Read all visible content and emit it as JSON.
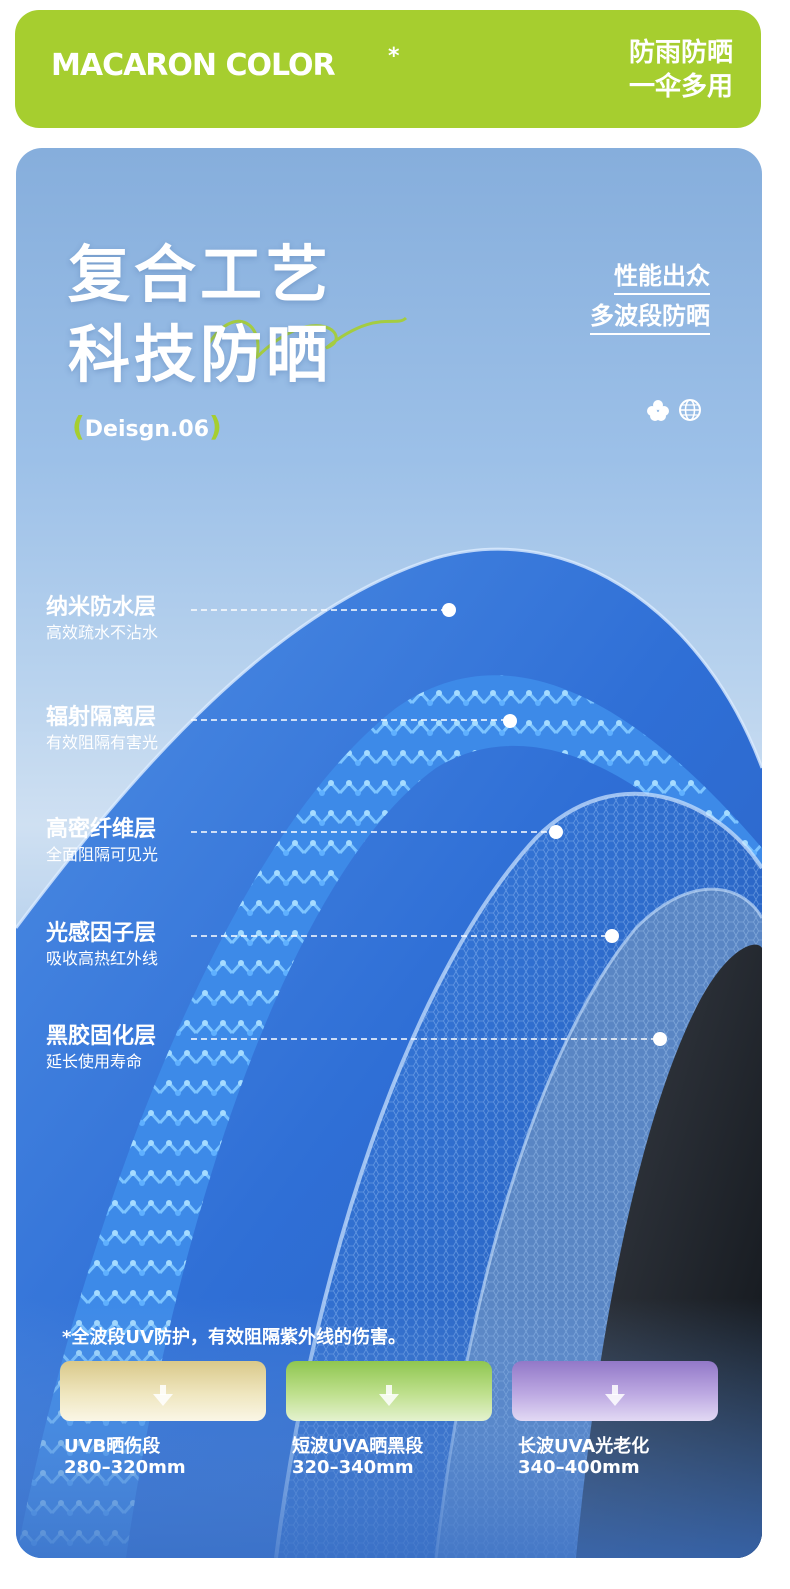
{
  "header": {
    "brand": "MACARON COLOR",
    "brand_mark": "*",
    "slogan_line1": "防雨防晒",
    "slogan_line2": "一伞多用"
  },
  "hero": {
    "title_line1": "复合工艺",
    "title_line2": "科技防晒",
    "design_code": "Deisgn.06",
    "tags": [
      "性能出众",
      "多波段防晒"
    ],
    "icons": [
      "flower-icon",
      "globe-icon"
    ]
  },
  "layers": [
    {
      "name": "纳米防水层",
      "desc": "高效疏水不沾水"
    },
    {
      "name": "辐射隔离层",
      "desc": "有效阻隔有害光"
    },
    {
      "name": "高密纤维层",
      "desc": "全面阻隔可见光"
    },
    {
      "name": "光感因子层",
      "desc": "吸收高热红外线"
    },
    {
      "name": "黑胶固化层",
      "desc": "延长使用寿命"
    }
  ],
  "uv": {
    "note": "*全波段UV防护，有效阻隔紫外线的伤害。",
    "bands": [
      {
        "name": "UVB晒伤段",
        "range": "280–320mm",
        "color": "#e2d49c"
      },
      {
        "name": "短波UVA晒黑段",
        "range": "320–340mm",
        "color": "#a8d26a"
      },
      {
        "name": "长波UVA光老化",
        "range": "340–400mm",
        "color": "#a58fd0"
      }
    ]
  },
  "colors": {
    "accent_green": "#a6ce2f",
    "text_white": "#ffffff"
  }
}
